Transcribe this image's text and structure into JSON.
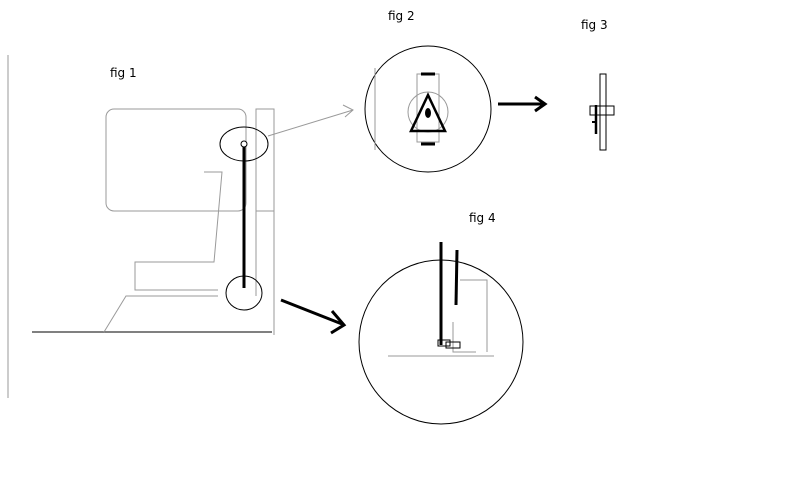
{
  "labels": {
    "fig1": "fig 1",
    "fig2": "fig 2",
    "fig3": "fig 3",
    "fig4": "fig 4"
  },
  "colors": {
    "ink": "#000000",
    "light_ink": "#9a9a9a",
    "background": "#ffffff"
  }
}
